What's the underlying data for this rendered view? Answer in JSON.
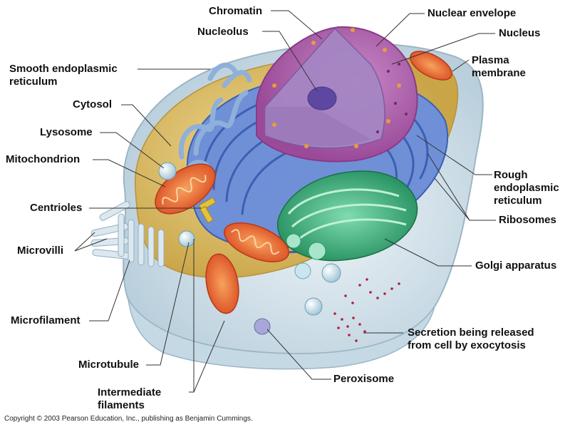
{
  "labels": {
    "chromatin": "Chromatin",
    "nuclear_envelope": "Nuclear envelope",
    "nucleolus": "Nucleolus",
    "nucleus": "Nucleus",
    "smooth_er_1": "Smooth endoplasmic",
    "smooth_er_2": "reticulum",
    "plasma_membrane_1": "Plasma",
    "plasma_membrane_2": "membrane",
    "cytosol": "Cytosol",
    "lysosome": "Lysosome",
    "mitochondrion": "Mitochondrion",
    "rough_er_1": "Rough",
    "rough_er_2": "endoplasmic",
    "rough_er_3": "reticulum",
    "centrioles": "Centrioles",
    "ribosomes": "Ribosomes",
    "microvilli": "Microvilli",
    "golgi": "Golgi apparatus",
    "microfilament": "Microfilament",
    "secretion_1": "Secretion being released",
    "secretion_2": "from cell by exocytosis",
    "microtubule": "Microtubule",
    "peroxisome": "Peroxisome",
    "intermediate_1": "Intermediate",
    "intermediate_2": "filaments"
  },
  "copyright": "Copyright © 2003 Pearson Education, Inc., publishing as Benjamin Cummings.",
  "colors": {
    "cytosol": "#d9b65a",
    "membrane": "#cfe0ea",
    "nucleus": "#b866b6",
    "chromatin": "#9a78b8",
    "nucleolus": "#6a4fa8",
    "rough_er": "#5b7fcf",
    "smooth_er": "#8eb0d8",
    "golgi": "#3aa874",
    "mitochondrion": "#e9743a",
    "ribosome": "#b0203a"
  }
}
